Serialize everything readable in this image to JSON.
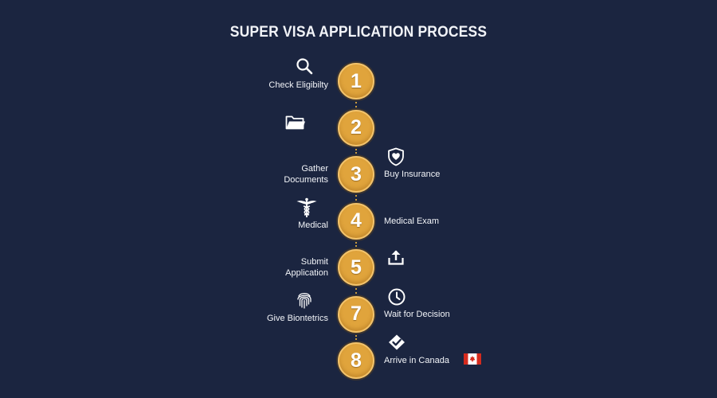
{
  "title": "SUPER VISA APPLICATION PROCESS",
  "steps": [
    {
      "number": "1",
      "left_text": "Check Eligibilty",
      "left_icon": "magnifier-icon",
      "right_text": "",
      "right_icon": ""
    },
    {
      "number": "2",
      "left_text": "",
      "left_icon": "folder-icon",
      "right_text": "",
      "right_icon": ""
    },
    {
      "number": "3",
      "left_text": "Gather\nDocuments",
      "left_icon": "",
      "right_text": "Buy Insurance",
      "right_icon": "shield-heart-icon"
    },
    {
      "number": "4",
      "left_text": "Medical",
      "left_icon": "caduceus-icon",
      "right_text": "Medical Exam",
      "right_icon": ""
    },
    {
      "number": "5",
      "left_text": "Submit\nApplication",
      "left_icon": "",
      "right_text": "",
      "right_icon": "upload-icon"
    },
    {
      "number": "7",
      "left_text": "Give Biontetrics",
      "left_icon": "fingerprint-icon",
      "right_text": "Wait for Decision",
      "right_icon": "clock-icon"
    },
    {
      "number": "8",
      "left_text": "",
      "left_icon": "",
      "right_text": "Arrive in Canada",
      "right_icon": "checkmark-diamond-icon",
      "right_extra_icon": "canada-flag-icon"
    }
  ],
  "colors": {
    "background": "#1b2540",
    "circle": "#e0a43c",
    "circle_border": "#f3c36b",
    "connector": "#c99a3c",
    "text": "#f2f4f8",
    "flag_red": "#d52b1e"
  }
}
